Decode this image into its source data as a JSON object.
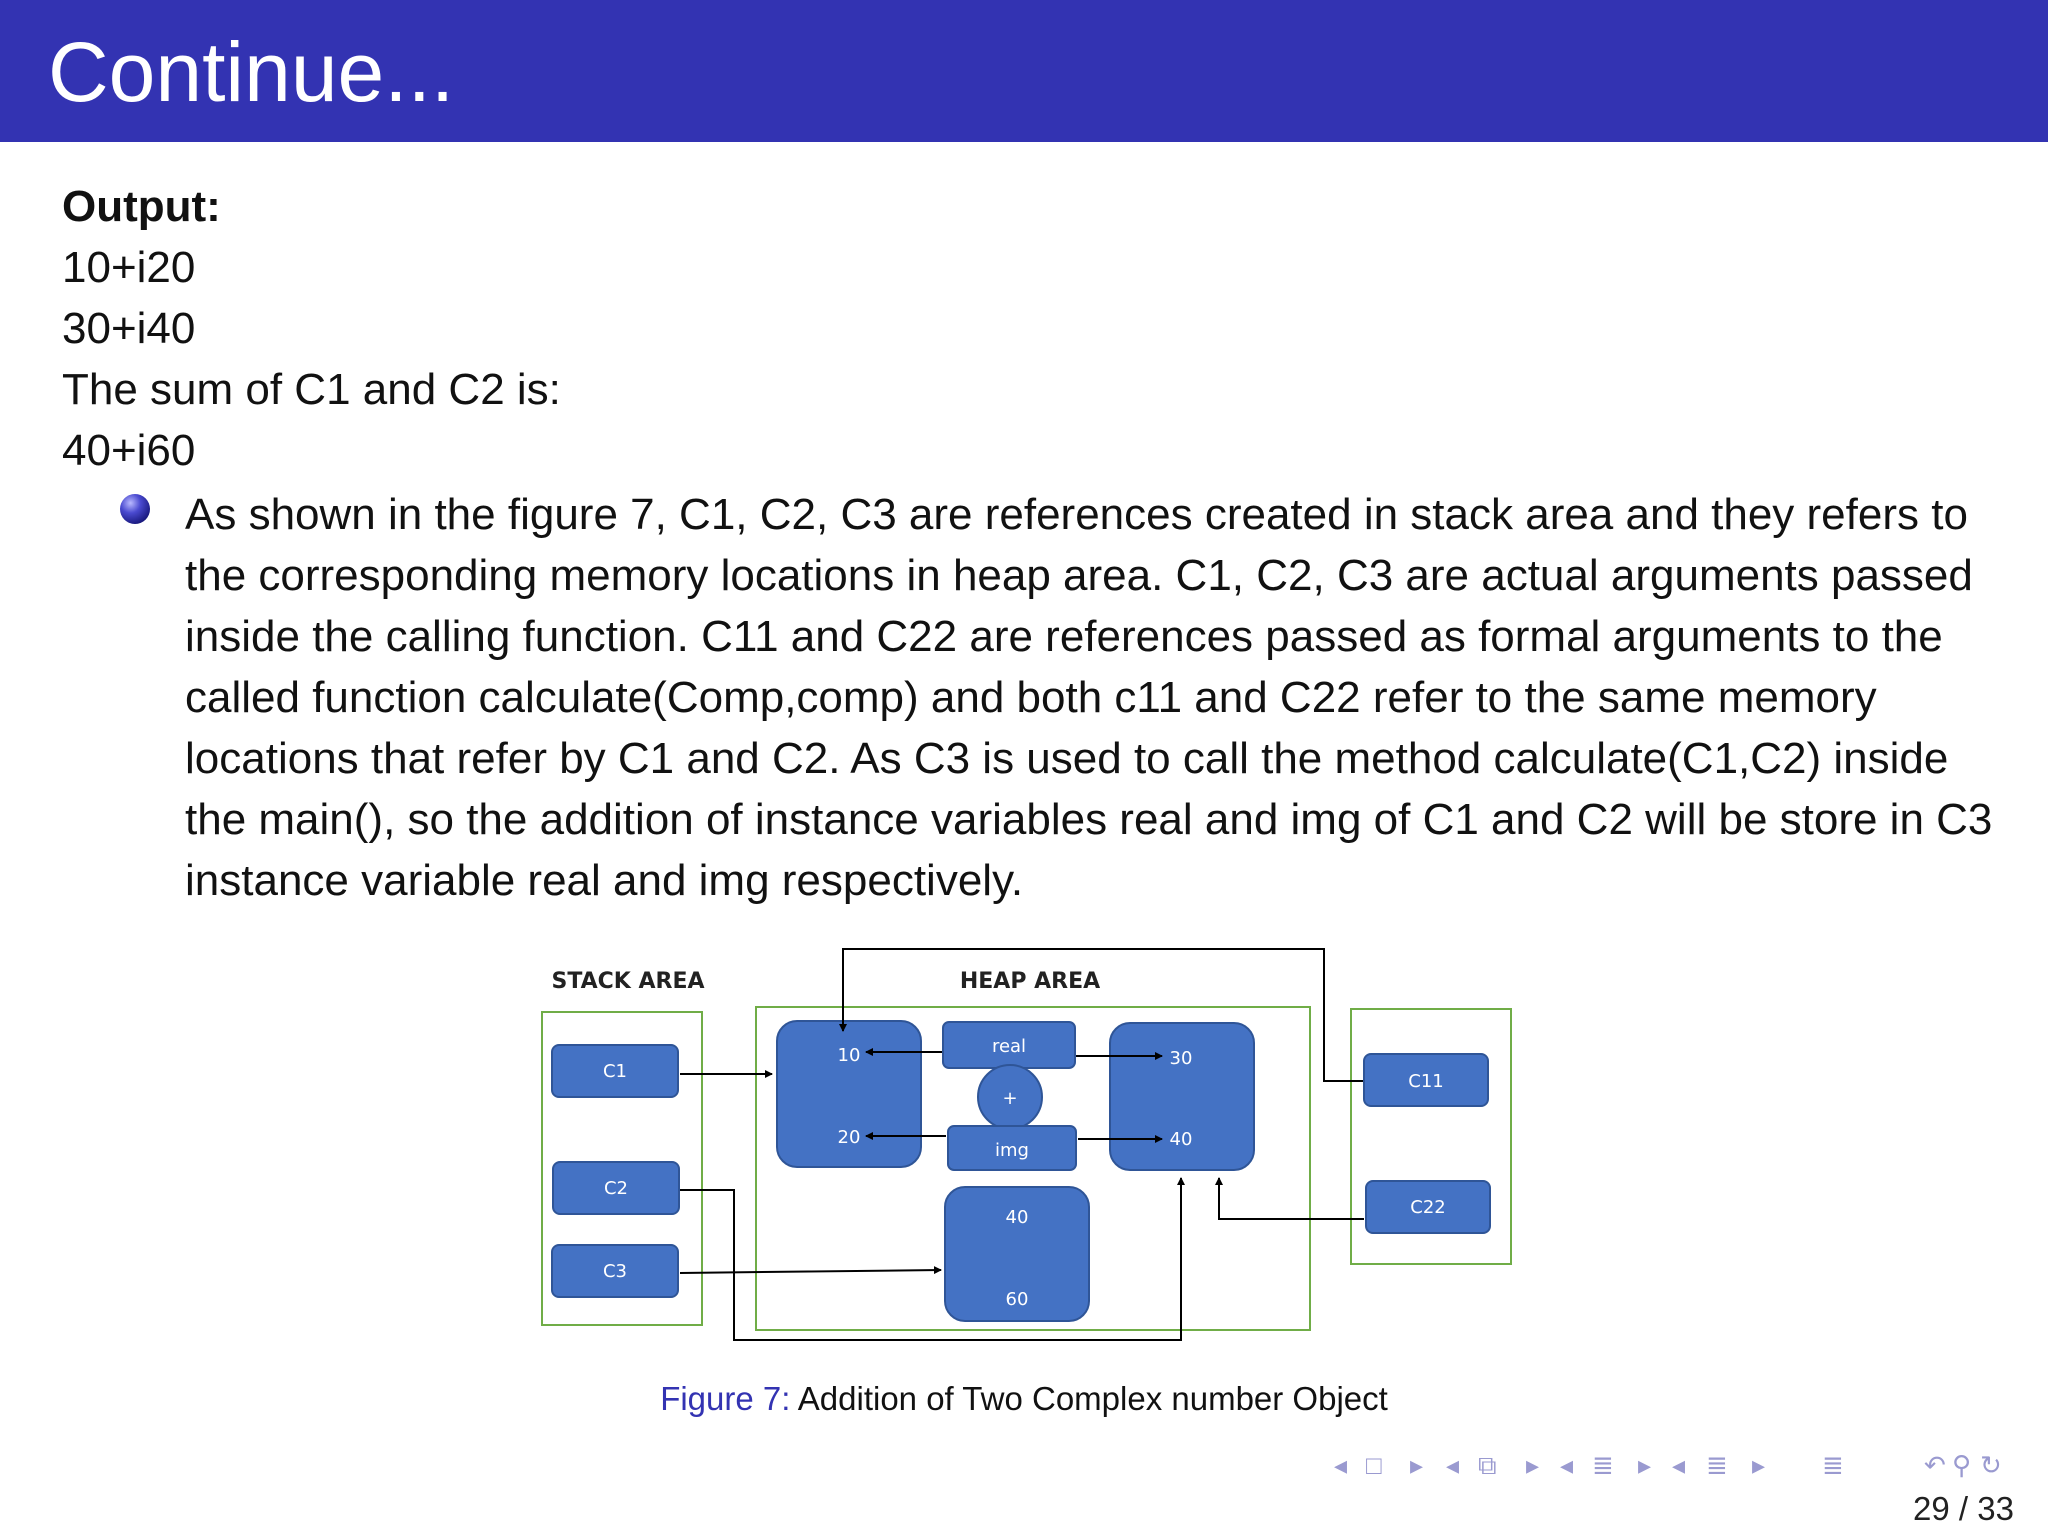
{
  "header": {
    "title": "Continue..."
  },
  "output": {
    "label": "Output:",
    "lines": [
      "10+i20",
      "30+i40",
      "The sum of C1 and C2 is:",
      "40+i60"
    ]
  },
  "bullet": "As shown in the figure 7, C1, C2, C3 are references created in stack area and they refers to the corresponding memory locations in heap area. C1, C2, C3 are actual arguments passed inside the calling function. C11 and C22 are references passed as formal arguments to the called function calculate(Comp,comp) and both c11 and C22 refer to the same memory locations that refer by C1 and C2. As C3 is used to call the method calculate(C1,C2) inside the main(), so the addition of instance variables real and img of C1 and C2 will be store in C3 instance variable real and img respectively.",
  "diagram": {
    "stack_label": "STACK AREA",
    "heap_label": "HEAP AREA",
    "refs": {
      "c1": "C1",
      "c2": "C2",
      "c3": "C3",
      "c11": "C11",
      "c22": "C22"
    },
    "obj1": {
      "real": "10",
      "img": "20"
    },
    "obj2": {
      "real": "30",
      "img": "40"
    },
    "obj3": {
      "real": "40",
      "img": "60"
    },
    "op": {
      "real": "real",
      "plus": "+",
      "img": "img"
    }
  },
  "caption": {
    "label": "Figure 7:",
    "text": "Addition of Two Complex number Object"
  },
  "page": {
    "current": "29",
    "total": "33"
  },
  "colors": {
    "header": "#3333b2",
    "box_fill": "#4472c4",
    "box_stroke": "#2f5597",
    "area_border": "#70ad47"
  }
}
